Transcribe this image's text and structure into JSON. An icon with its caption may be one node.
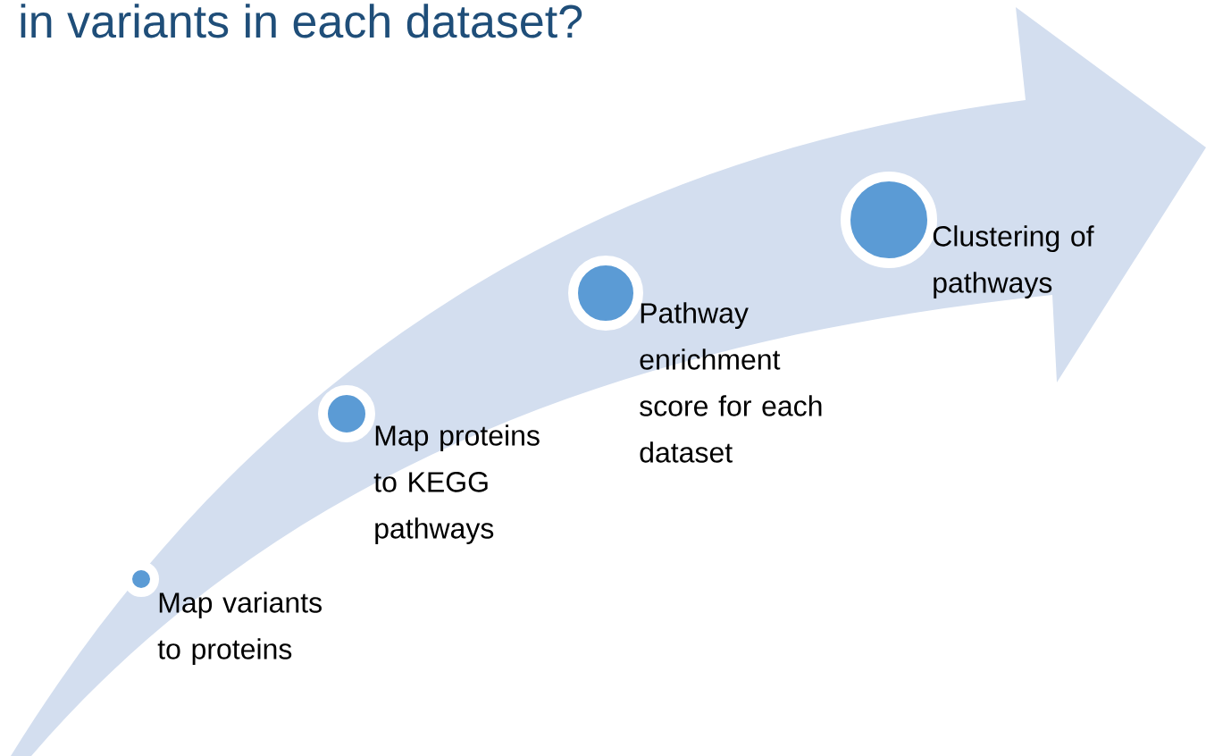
{
  "diagram": {
    "title": "in variants in each dataset?",
    "nodes": [
      {
        "text": [],
        "shape": "circle",
        "beside": [
          "Map variants to proteins"
        ]
      },
      {
        "text": [],
        "shape": "circle",
        "beside": [
          "Map proteins to KEGG pathways"
        ]
      },
      {
        "text": [],
        "shape": "circle",
        "beside": [
          "Pathway enrichment score for each dataset"
        ]
      },
      {
        "text": [],
        "shape": "circle",
        "beside": [
          "Clustering of pathways"
        ]
      }
    ],
    "edges": []
  }
}
